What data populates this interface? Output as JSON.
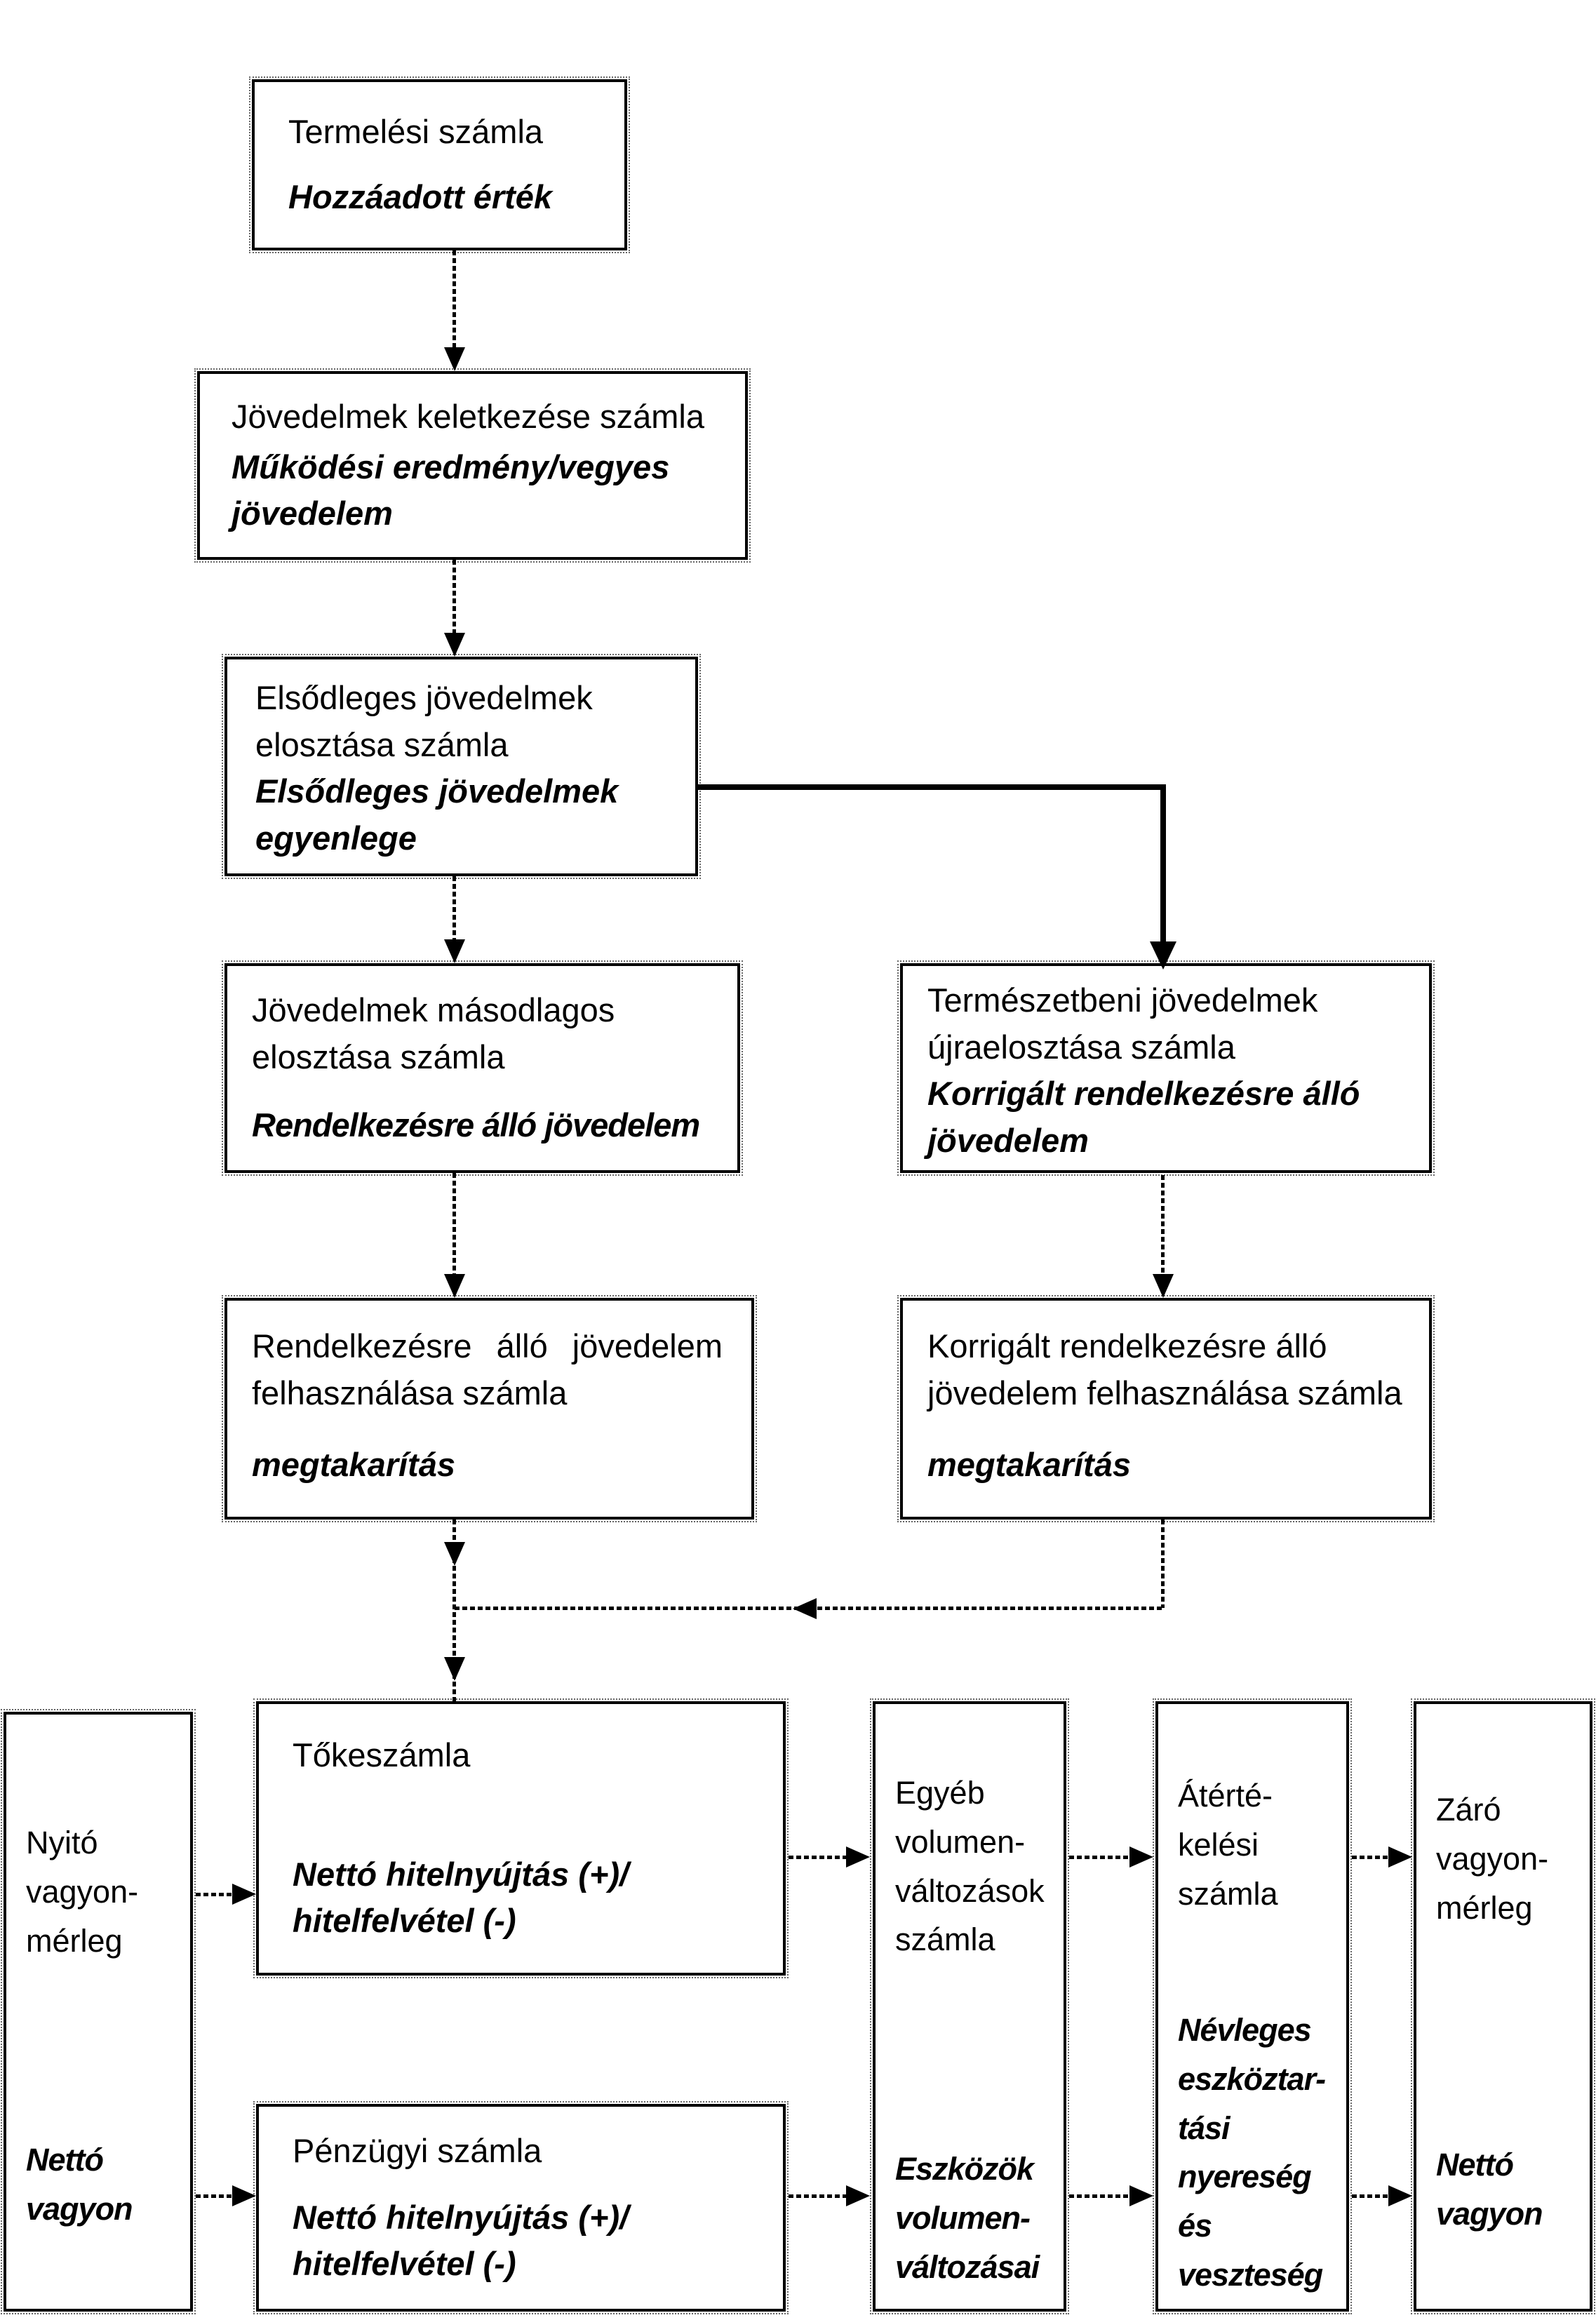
{
  "colors": {
    "ink": "#000000",
    "paper": "#ffffff"
  },
  "boxes": {
    "production": {
      "title": "Termelési számla",
      "balance": "Hozzáadott érték"
    },
    "income_generation": {
      "title": "Jövedelmek keletkezése számla",
      "balance": "Működési eredmény/vegyes\njövedelem"
    },
    "primary_distribution": {
      "title": "Elsődleges jövedelmek\nelosztása számla",
      "balance": "Elsődleges jövedelmek\negyenlege"
    },
    "secondary_distribution": {
      "title": "Jövedelmek másodlagos\nelosztása számla",
      "balance": "Rendelkezésre álló jövedelem"
    },
    "in_kind_redistribution": {
      "title": "Természetbeni jövedelmek\nújraelosztása számla",
      "balance": "Korrigált rendelkezésre álló\njövedelem"
    },
    "use_of_disposable_income": {
      "title_line1": "Rendelkezésre álló jövedelem",
      "title_line2": "felhasználása számla",
      "balance": "megtakarítás"
    },
    "use_of_adjusted_income": {
      "title": "Korrigált rendelkezésre álló\njövedelem felhasználása számla",
      "balance": "megtakarítás"
    },
    "opening_balance_sheet": {
      "title": "Nyitó\nvagyon-\nmérleg",
      "balance": "Nettó\nvagyon"
    },
    "capital": {
      "title": "Tőkeszámla",
      "balance": "Nettó hitelnyújtás (+)/\nhitelfelvétel (-)"
    },
    "financial": {
      "title": "Pénzügyi számla",
      "balance": "Nettó hitelnyújtás (+)/\nhitelfelvétel (-)"
    },
    "other_volume_changes": {
      "title": "Egyéb\nvolumen-\nváltozások\nszámla",
      "balance": "Eszközök\nvolumen-\nváltozásai"
    },
    "revaluation": {
      "title": "Átérté-\nkelési\nszámla",
      "balance": "Névleges\neszköztar-\ntási\nnyereség\nés\nveszteség"
    },
    "closing_balance_sheet": {
      "title": "Záró\nvagyon-\nmérleg",
      "balance": "Nettó\nvagyon"
    }
  }
}
